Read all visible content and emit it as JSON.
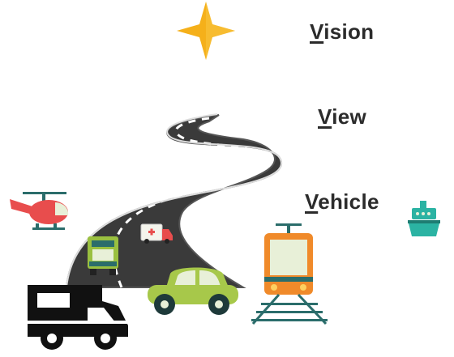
{
  "words": [
    {
      "first": "V",
      "rest": "ision"
    },
    {
      "first": "V",
      "rest": "iew"
    },
    {
      "first": "V",
      "rest": "ehicle"
    }
  ],
  "icons": [
    "star-icon",
    "road-icon",
    "helicopter-icon",
    "ambulance-icon",
    "truck-icon",
    "car-icon",
    "tram-icon",
    "ship-icon",
    "camper-van-icon"
  ],
  "colors": {
    "star": "#f5b01a",
    "road": "#3a3a3a",
    "helicopter": "#e84d4d",
    "car": "#a7c84a",
    "tram": "#f08a2a",
    "ship": "#2bb3a3",
    "camper": "#111111",
    "text": "#2b2b2b"
  }
}
